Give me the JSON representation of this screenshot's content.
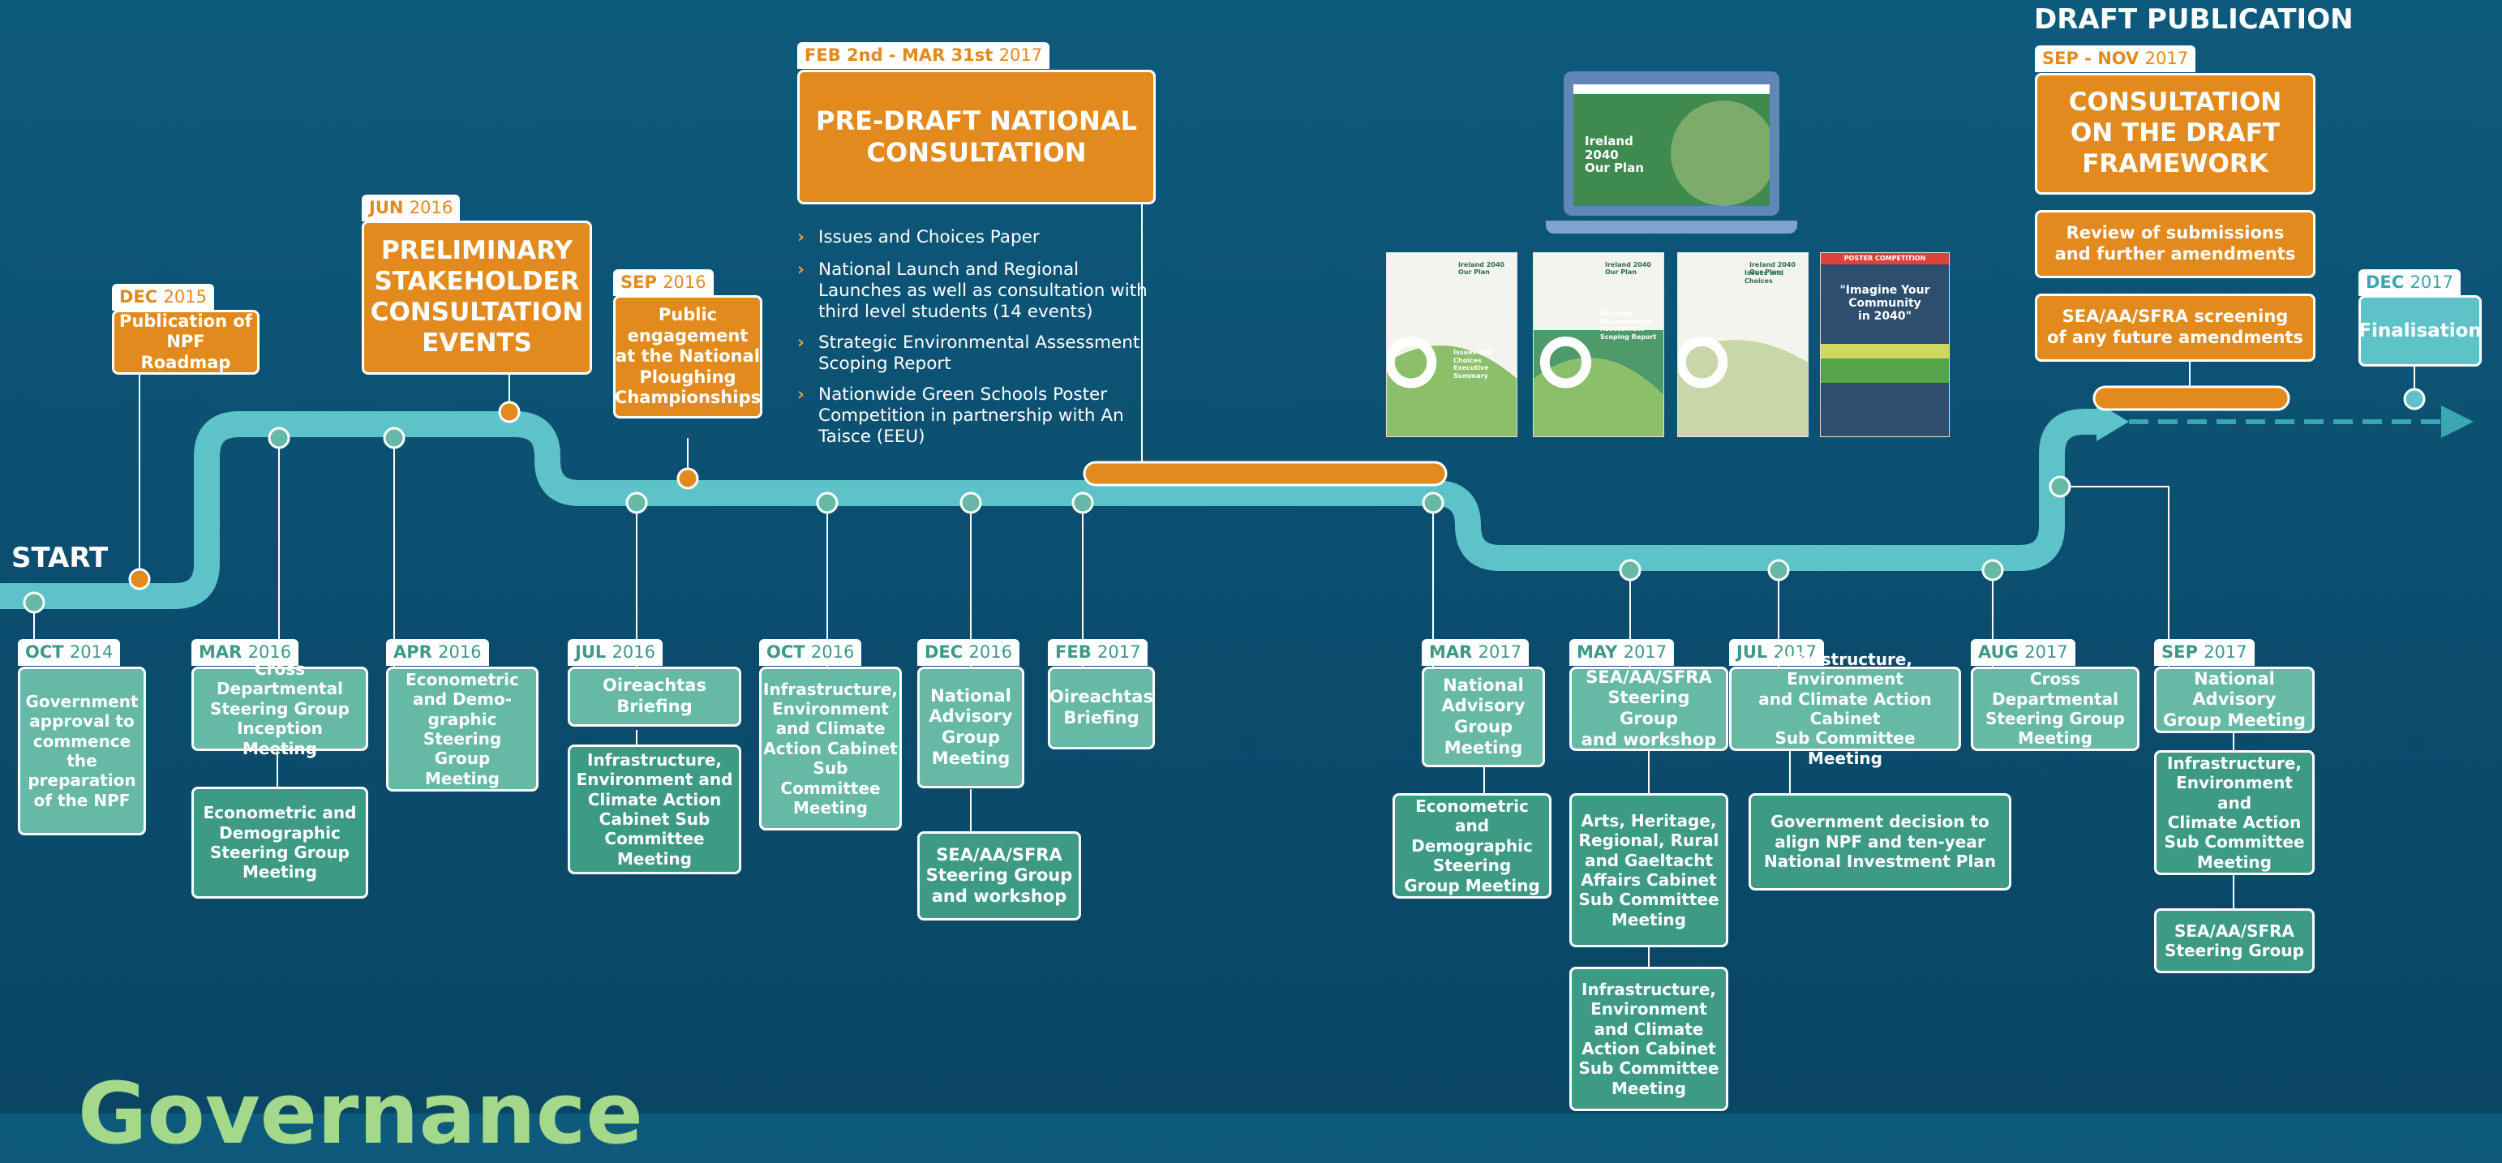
{
  "start_label": "START",
  "draft_publication_label": "DRAFT PUBLICATION",
  "governance_label": "Governance",
  "colors": {
    "orange": "#e28a1e",
    "green_light": "#66b9a5",
    "green_dark": "#3d9a85",
    "teal": "#5ec2c9",
    "background": "#0b4d6e"
  },
  "top_events": [
    {
      "id": "dec2015",
      "month": "DEC",
      "year": "2015",
      "text": "Publication of\nNPF Roadmap"
    },
    {
      "id": "jun2016",
      "month": "JUN",
      "year": "2016",
      "text": "PRELIMINARY\nSTAKEHOLDER\nCONSULTATION\nEVENTS"
    },
    {
      "id": "sep2016",
      "month": "SEP",
      "year": "2016",
      "text": "Public\nengagement\nat the National\nPloughing\nChampionships"
    },
    {
      "id": "feb2017",
      "month": "FEB 2nd - MAR 31st",
      "year": "2017",
      "text": "PRE-DRAFT NATIONAL\nCONSULTATION"
    },
    {
      "id": "sepnov2017",
      "month": "SEP - NOV",
      "year": "2017",
      "text": "CONSULTATION\nON THE DRAFT\nFRAMEWORK"
    },
    {
      "id": "dec2017",
      "month": "DEC",
      "year": "2017",
      "text": "Finalisation"
    }
  ],
  "consultation_sub": [
    "Review of submissions\nand further amendments",
    "SEA/AA/SFRA screening\nof any future amendments"
  ],
  "pre_draft_bullets": [
    "Issues and Choices Paper",
    "National Launch and Regional Launches as well as consultation with third level students  (14 events)",
    "Strategic Environmental Assessment Scoping Report",
    "Nationwide Green Schools Poster Competition in partnership with An Taisce (EEU)"
  ],
  "documents": [
    {
      "title": "Ireland 2040 Our Plan",
      "caption": "Issues and Choices\nExecutive Summary"
    },
    {
      "title": "Ireland 2040 Our Plan",
      "caption": "Strategic\nEnvironmental\nAssessment\nScoping Report"
    },
    {
      "title": "Ireland 2040 Our Plan",
      "caption": "Issues and Choices"
    },
    {
      "title": "POSTER COMPETITION",
      "caption": "\"Imagine Your\nCommunity\nin 2040\""
    }
  ],
  "laptop_screen_text": "Ireland\n2040\nOur Plan",
  "bottom_events": [
    {
      "id": "oct2014",
      "month": "OCT",
      "year": "2014",
      "items": [
        "Government\napproval to\ncommence\nthe\npreparation\nof the NPF"
      ]
    },
    {
      "id": "mar2016",
      "month": "MAR",
      "year": "2016",
      "items": [
        "Cross Departmental\nSteering Group\nInception Meeting",
        "Econometric and\nDemographic\nSteering Group\nMeeting"
      ]
    },
    {
      "id": "apr2016",
      "month": "APR",
      "year": "2016",
      "items": [
        "Econometric\nand Demo-\ngraphic\nSteering Group\nMeeting"
      ]
    },
    {
      "id": "jul2016",
      "month": "JUL",
      "year": "2016",
      "items": [
        "Oireachtas\nBriefing",
        "Infrastructure,\nEnvironment and\nClimate Action\nCabinet Sub\nCommittee Meeting"
      ]
    },
    {
      "id": "oct2016",
      "month": "OCT",
      "year": "2016",
      "items": [
        "Infrastructure,\nEnvironment\nand Climate\nAction Cabinet\nSub Committee\nMeeting"
      ]
    },
    {
      "id": "dec2016",
      "month": "DEC",
      "year": "2016",
      "items": [
        "National\nAdvisory\nGroup\nMeeting",
        "SEA/AA/SFRA\nSteering Group\nand workshop"
      ]
    },
    {
      "id": "feb2017b",
      "month": "FEB",
      "year": "2017",
      "items": [
        "Oireachtas\nBriefing"
      ]
    },
    {
      "id": "mar2017",
      "month": "MAR",
      "year": "2017",
      "items": [
        "National\nAdvisory\nGroup\nMeeting",
        "Econometric\nand Demographic\nSteering\nGroup Meeting"
      ]
    },
    {
      "id": "may2017",
      "month": "MAY",
      "year": "2017",
      "items": [
        "SEA/AA/SFRA\nSteering Group\nand workshop",
        "Arts, Heritage,\nRegional, Rural\nand Gaeltacht\nAffairs Cabinet\nSub Committee\nMeeting",
        "Infrastructure,\nEnvironment\nand Climate\nAction Cabinet\nSub Committee\nMeeting"
      ]
    },
    {
      "id": "jul2017",
      "month": "JUL",
      "year": "2017",
      "items": [
        "Infrastructure, Environment\nand Climate Action Cabinet\nSub Committee Meeting",
        "Government decision to\nalign NPF and ten-year\nNational Investment Plan"
      ]
    },
    {
      "id": "aug2017",
      "month": "AUG",
      "year": "2017",
      "items": [
        "Cross Departmental\nSteering Group\nMeeting"
      ]
    },
    {
      "id": "sep2017",
      "month": "SEP",
      "year": "2017",
      "items": [
        "National Advisory\nGroup Meeting",
        "Infrastructure,\nEnvironment and\nClimate Action\nSub Committee\nMeeting",
        "SEA/AA/SFRA\nSteering Group"
      ]
    }
  ]
}
